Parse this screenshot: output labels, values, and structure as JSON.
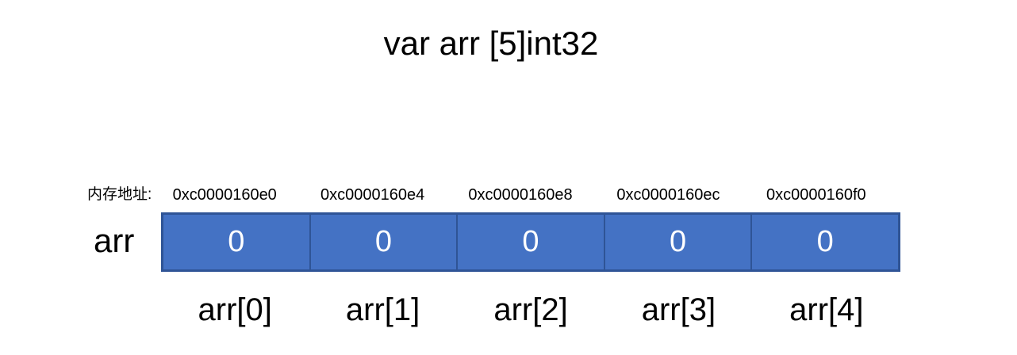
{
  "title": "var arr [5]int32",
  "memory": {
    "label": "内存地址:"
  },
  "array": {
    "name": "arr",
    "cells": [
      {
        "address": "0xc0000160e0",
        "value": "0",
        "index_label": "arr[0]"
      },
      {
        "address": "0xc0000160e4",
        "value": "0",
        "index_label": "arr[1]"
      },
      {
        "address": "0xc0000160e8",
        "value": "0",
        "index_label": "arr[2]"
      },
      {
        "address": "0xc0000160ec",
        "value": "0",
        "index_label": "arr[3]"
      },
      {
        "address": "0xc0000160f0",
        "value": "0",
        "index_label": "arr[4]"
      }
    ]
  },
  "colors": {
    "cell_fill": "#4472C4",
    "cell_border": "#2F5496",
    "cell_text": "#FFFFFF",
    "text": "#000000",
    "background": "#FFFFFF"
  }
}
